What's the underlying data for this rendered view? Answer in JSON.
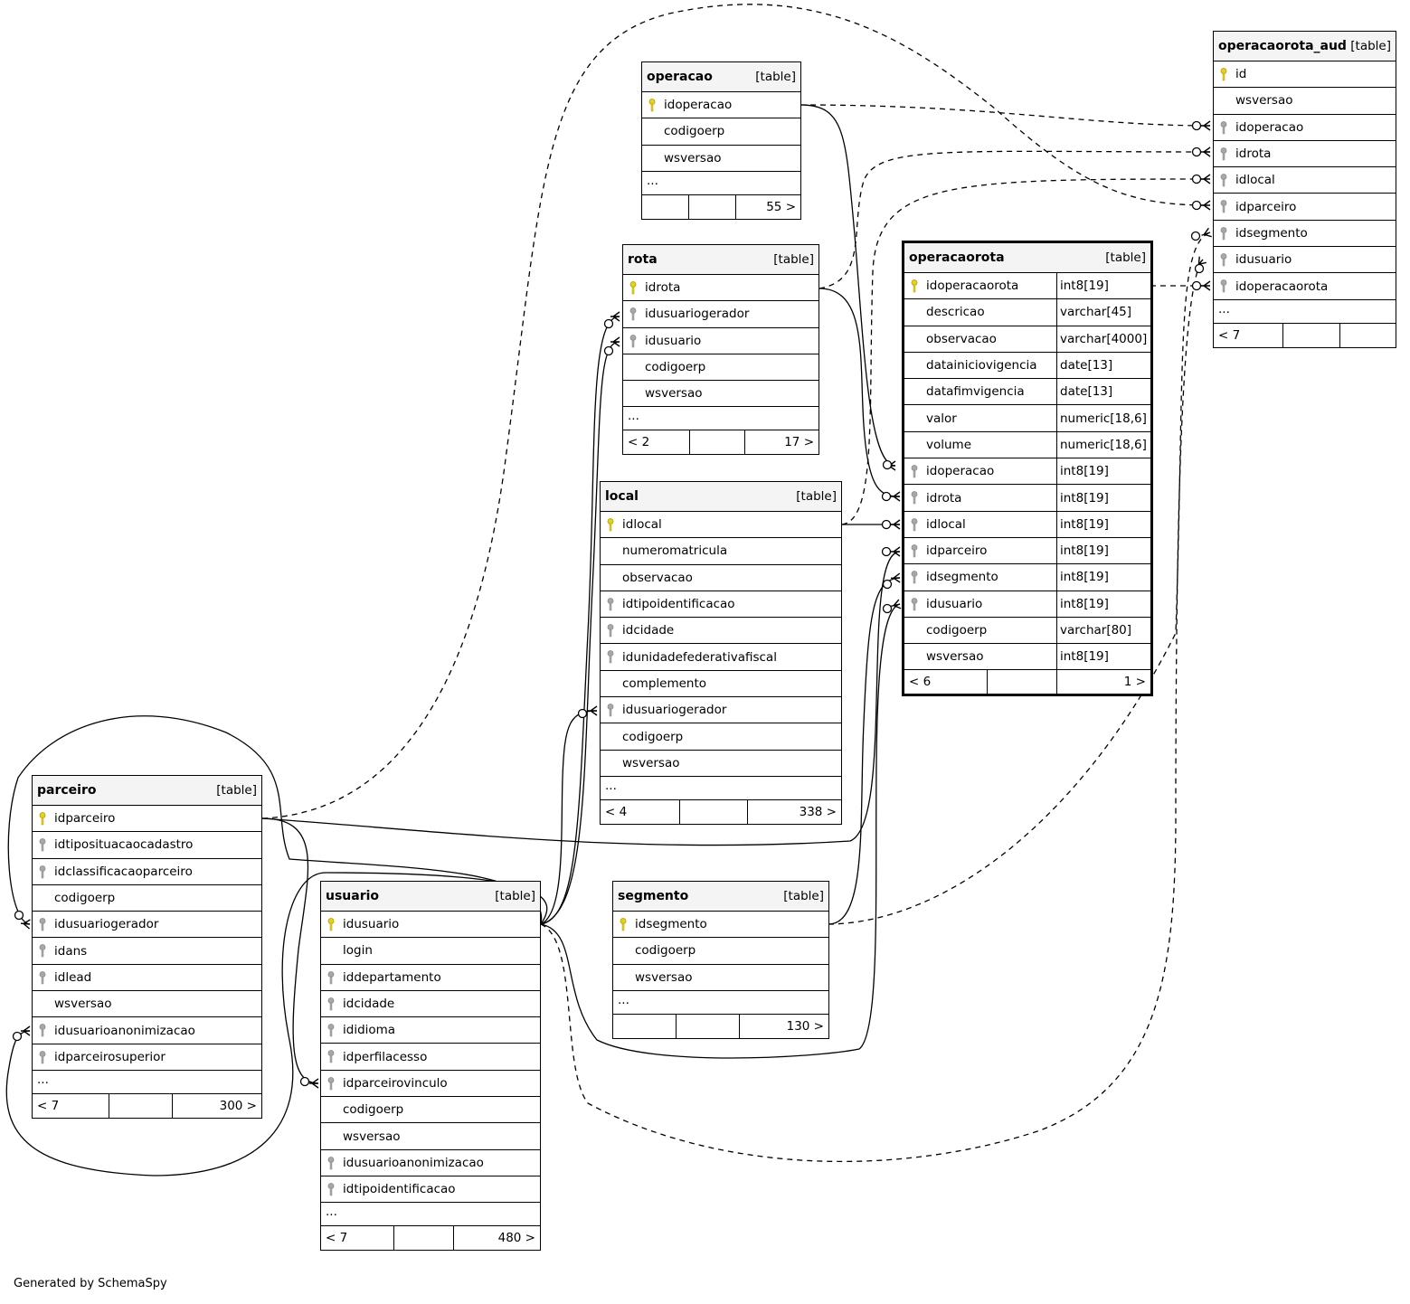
{
  "footer": {
    "generated_by": "Generated by SchemaSpy"
  },
  "tables": [
    {
      "id": "operacao",
      "name": "operacao",
      "type": "[table]",
      "focus": false,
      "columns": [
        {
          "name": "idoperacao",
          "key": "pk"
        },
        {
          "name": "codigoerp",
          "key": ""
        },
        {
          "name": "wsversao",
          "key": ""
        }
      ],
      "more": "...",
      "footer": [
        "",
        "",
        "55 >"
      ]
    },
    {
      "id": "rota",
      "name": "rota",
      "type": "[table]",
      "focus": false,
      "columns": [
        {
          "name": "idrota",
          "key": "pk"
        },
        {
          "name": "idusuariogerador",
          "key": "fk"
        },
        {
          "name": "idusuario",
          "key": "fk"
        },
        {
          "name": "codigoerp",
          "key": ""
        },
        {
          "name": "wsversao",
          "key": ""
        }
      ],
      "more": "...",
      "footer": [
        "< 2",
        "",
        "17 >"
      ]
    },
    {
      "id": "local",
      "name": "local",
      "type": "[table]",
      "focus": false,
      "columns": [
        {
          "name": "idlocal",
          "key": "pk"
        },
        {
          "name": "numeromatricula",
          "key": ""
        },
        {
          "name": "observacao",
          "key": ""
        },
        {
          "name": "idtipoidentificacao",
          "key": "fk"
        },
        {
          "name": "idcidade",
          "key": "fk"
        },
        {
          "name": "idunidadefederativafiscal",
          "key": "fk"
        },
        {
          "name": "complemento",
          "key": ""
        },
        {
          "name": "idusuariogerador",
          "key": "fk"
        },
        {
          "name": "codigoerp",
          "key": ""
        },
        {
          "name": "wsversao",
          "key": ""
        }
      ],
      "more": "...",
      "footer": [
        "< 4",
        "",
        "338 >"
      ]
    },
    {
      "id": "operacaorota",
      "name": "operacaorota",
      "type": "[table]",
      "focus": true,
      "columns": [
        {
          "name": "idoperacaorota",
          "key": "pk",
          "type": "int8[19]"
        },
        {
          "name": "descricao",
          "key": "",
          "type": "varchar[45]"
        },
        {
          "name": "observacao",
          "key": "",
          "type": "varchar[4000]"
        },
        {
          "name": "datainiciovigencia",
          "key": "",
          "type": "date[13]"
        },
        {
          "name": "datafimvigencia",
          "key": "",
          "type": "date[13]"
        },
        {
          "name": "valor",
          "key": "",
          "type": "numeric[18,6]"
        },
        {
          "name": "volume",
          "key": "",
          "type": "numeric[18,6]"
        },
        {
          "name": "idoperacao",
          "key": "fk",
          "type": "int8[19]"
        },
        {
          "name": "idrota",
          "key": "fk",
          "type": "int8[19]"
        },
        {
          "name": "idlocal",
          "key": "fk",
          "type": "int8[19]"
        },
        {
          "name": "idparceiro",
          "key": "fk",
          "type": "int8[19]"
        },
        {
          "name": "idsegmento",
          "key": "fk",
          "type": "int8[19]"
        },
        {
          "name": "idusuario",
          "key": "fk",
          "type": "int8[19]"
        },
        {
          "name": "codigoerp",
          "key": "",
          "type": "varchar[80]"
        },
        {
          "name": "wsversao",
          "key": "",
          "type": "int8[19]"
        }
      ],
      "more": "",
      "footer": [
        "< 6",
        "",
        "1 >"
      ]
    },
    {
      "id": "operacaorota_aud",
      "name": "operacaorota_aud",
      "type": "[table]",
      "focus": false,
      "columns": [
        {
          "name": "id",
          "key": "pk"
        },
        {
          "name": "wsversao",
          "key": ""
        },
        {
          "name": "idoperacao",
          "key": "fk"
        },
        {
          "name": "idrota",
          "key": "fk"
        },
        {
          "name": "idlocal",
          "key": "fk"
        },
        {
          "name": "idparceiro",
          "key": "fk"
        },
        {
          "name": "idsegmento",
          "key": "fk"
        },
        {
          "name": "idusuario",
          "key": "fk"
        },
        {
          "name": "idoperacaorota",
          "key": "fk"
        }
      ],
      "more": "...",
      "footer": [
        "< 7",
        "",
        ""
      ]
    },
    {
      "id": "parceiro",
      "name": "parceiro",
      "type": "[table]",
      "focus": false,
      "columns": [
        {
          "name": "idparceiro",
          "key": "pk"
        },
        {
          "name": "idtiposituacaocadastro",
          "key": "fk"
        },
        {
          "name": "idclassificacaoparceiro",
          "key": "fk"
        },
        {
          "name": "codigoerp",
          "key": ""
        },
        {
          "name": "idusuariogerador",
          "key": "fk"
        },
        {
          "name": "idans",
          "key": "fk"
        },
        {
          "name": "idlead",
          "key": "fk"
        },
        {
          "name": "wsversao",
          "key": ""
        },
        {
          "name": "idusuarioanonimizacao",
          "key": "fk"
        },
        {
          "name": "idparceirosuperior",
          "key": "fk"
        }
      ],
      "more": "...",
      "footer": [
        "< 7",
        "",
        "300 >"
      ]
    },
    {
      "id": "usuario",
      "name": "usuario",
      "type": "[table]",
      "focus": false,
      "columns": [
        {
          "name": "idusuario",
          "key": "pk"
        },
        {
          "name": "login",
          "key": ""
        },
        {
          "name": "iddepartamento",
          "key": "fk"
        },
        {
          "name": "idcidade",
          "key": "fk"
        },
        {
          "name": "ididioma",
          "key": "fk"
        },
        {
          "name": "idperfilacesso",
          "key": "fk"
        },
        {
          "name": "idparceirovinculo",
          "key": "fk"
        },
        {
          "name": "codigoerp",
          "key": ""
        },
        {
          "name": "wsversao",
          "key": ""
        },
        {
          "name": "idusuarioanonimizacao",
          "key": "fk"
        },
        {
          "name": "idtipoidentificacao",
          "key": "fk"
        }
      ],
      "more": "...",
      "footer": [
        "< 7",
        "",
        "480 >"
      ]
    },
    {
      "id": "segmento",
      "name": "segmento",
      "type": "[table]",
      "focus": false,
      "columns": [
        {
          "name": "idsegmento",
          "key": "pk"
        },
        {
          "name": "codigoerp",
          "key": ""
        },
        {
          "name": "wsversao",
          "key": ""
        }
      ],
      "more": "...",
      "footer": [
        "",
        "",
        "130 >"
      ]
    }
  ],
  "relationships": [
    {
      "from": "operacao.idoperacao",
      "to": "operacaorota.idoperacao",
      "style": "solid"
    },
    {
      "from": "rota.idrota",
      "to": "operacaorota.idrota",
      "style": "solid"
    },
    {
      "from": "local.idlocal",
      "to": "operacaorota.idlocal",
      "style": "solid"
    },
    {
      "from": "parceiro.idparceiro",
      "to": "operacaorota.idparceiro",
      "style": "solid"
    },
    {
      "from": "segmento.idsegmento",
      "to": "operacaorota.idsegmento",
      "style": "solid"
    },
    {
      "from": "usuario.idusuario",
      "to": "operacaorota.idusuario",
      "style": "solid"
    },
    {
      "from": "usuario.idusuario",
      "to": "rota.idusuariogerador",
      "style": "solid"
    },
    {
      "from": "usuario.idusuario",
      "to": "rota.idusuario",
      "style": "solid"
    },
    {
      "from": "usuario.idusuario",
      "to": "local.idusuariogerador",
      "style": "solid"
    },
    {
      "from": "usuario.idusuario",
      "to": "parceiro.idusuariogerador",
      "style": "solid"
    },
    {
      "from": "usuario.idusuario",
      "to": "parceiro.idusuarioanonimizacao",
      "style": "solid"
    },
    {
      "from": "parceiro.idparceiro",
      "to": "usuario.idparceirovinculo",
      "style": "solid"
    },
    {
      "from": "operacao.idoperacao",
      "to": "operacaorota_aud.idoperacao",
      "style": "dashed"
    },
    {
      "from": "rota.idrota",
      "to": "operacaorota_aud.idrota",
      "style": "dashed"
    },
    {
      "from": "local.idlocal",
      "to": "operacaorota_aud.idlocal",
      "style": "dashed"
    },
    {
      "from": "parceiro.idparceiro",
      "to": "operacaorota_aud.idparceiro",
      "style": "dashed"
    },
    {
      "from": "segmento.idsegmento",
      "to": "operacaorota_aud.idsegmento",
      "style": "dashed"
    },
    {
      "from": "usuario.idusuario",
      "to": "operacaorota_aud.idusuario",
      "style": "dashed"
    },
    {
      "from": "operacaorota.idoperacaorota",
      "to": "operacaorota_aud.idoperacaorota",
      "style": "dashed"
    }
  ]
}
